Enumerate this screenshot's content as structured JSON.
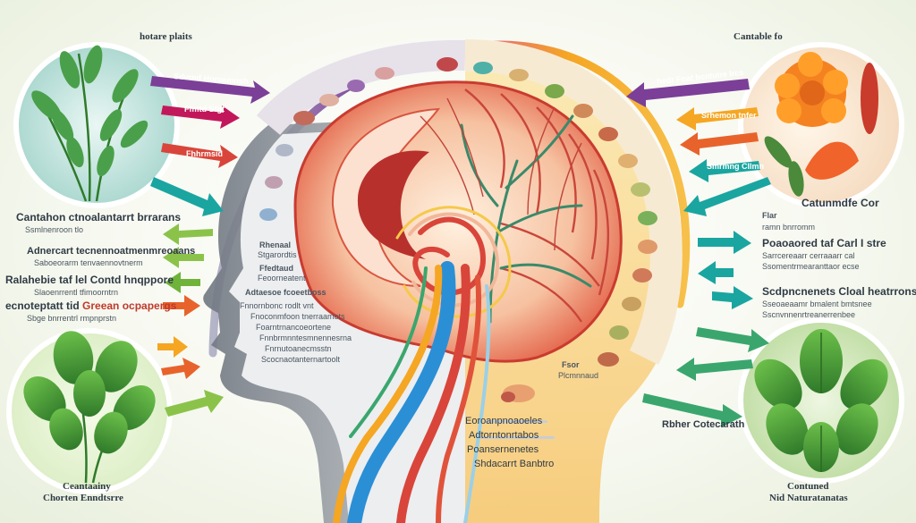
{
  "labels": {
    "top_left_title": "hotare plaits",
    "top_right_title": "Cantable fo",
    "left_arrow_1": "Sdvrnd Horoemnsh",
    "left_arrow_2": "Ffmtd Sfgt",
    "left_arrow_3": "Fhhrmsid",
    "left_heading_1": "Cantahon ctnoalantarrt brrarans",
    "left_sub_1": "Ssmlnenroon tlo",
    "left_heading_2": "Adnercart tecnennoatmenmreoaans",
    "left_sub_2": "Saboeorarm tenvaennovtnerm",
    "left_heading_3": "Ralahebie taf lel Contd hnqppore",
    "left_sub_3": "Slaoenrrentl tfimoorntrn",
    "left_heading_4": "ecnoteptatt tid",
    "left_heading_4_red": "Greean ocpapergs",
    "left_sub_4": "Sbge bnrrentrl rmpnprstn",
    "head_label_1": "Rhenaal",
    "head_label_2": "Stgarordtis",
    "head_label_3": "Ffedtaud",
    "head_label_4": "Feoorneatent",
    "center_text_1": "Adtaesoe fcoeetboss",
    "center_text_2": "Fnnornbonc rodlt vnt",
    "center_text_3": "Fnoconmfoon tnerraamots",
    "center_text_4": "Foarntrnancoeortene",
    "center_text_5": "Fnnbrmnntesmnennesrna",
    "center_text_6": "Fnrnutoanecmsstn",
    "center_text_7": "Scocnaotanternartoolt",
    "bottom_right_head_1": "Fsor",
    "bottom_right_head_2": "Plcmnnaud",
    "bottom_label_1": "Eoroanpnoaoeles",
    "bottom_label_2": "Adtorntonrtabos",
    "bottom_label_3": "Poansernenetes",
    "bottom_label_4": "Shdacarrt Banbtro",
    "right_arrow_1": "hedr Foat bcntuire lrcs",
    "right_arrow_2": "Srhemon tnfer",
    "right_arrow_3": "Smrmng Cllmn",
    "right_heading_1": "Catunmdfe Cor",
    "right_small_1": "Flar",
    "right_small_2": "ramn bnrromm",
    "right_heading_2": "Poaoaored taf Carl I stre",
    "right_sub_2a": "Sarrcereaarr cerraaarr cal",
    "right_sub_2b": "Ssomentrmearanttaor ecse",
    "right_heading_3": "Scdpncnenets Cloal heatrrons",
    "right_sub_3a": "Sseoaeaamr bmalent bmtsnee",
    "right_sub_3b": "Sscnvnnenrtreanerrenbee",
    "right_arrow_4": "Rbher Cotecarath",
    "bottom_left_1": "Ceantaainy",
    "bottom_left_2": "Chorten Enndtsrre",
    "bottom_right_1": "Contuned",
    "bottom_right_2": "Nid Naturatanatas"
  },
  "icons": {
    "top_left": "fern-herb-icon",
    "top_right": "marigold-flower-icon",
    "bottom_left": "leafy-herb-icon",
    "bottom_right": "basil-leaves-icon"
  },
  "colors": {
    "arc_purple": "#7b3f98",
    "arc_orange": "#f5a623",
    "brain_red": "#d9453a",
    "stem_blue": "#2b8fd6",
    "arrow_green": "#3aa66e",
    "arrow_teal": "#1aa5a0",
    "arrow_orange": "#e8632b"
  }
}
